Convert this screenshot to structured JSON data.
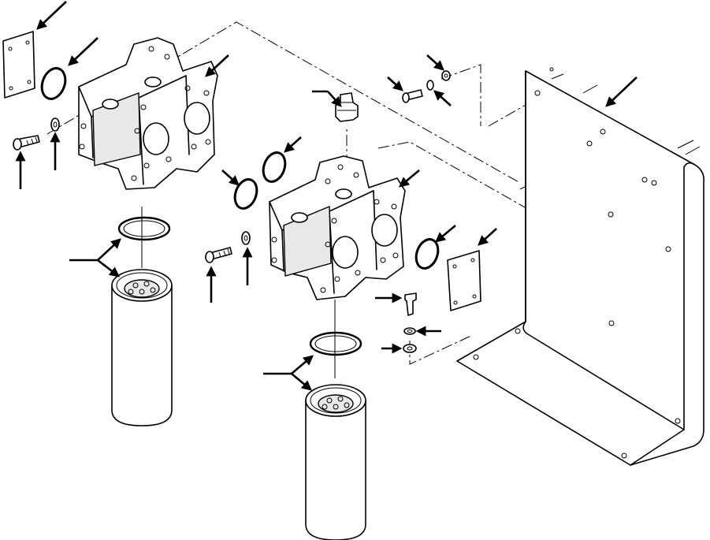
{
  "diagram": {
    "type": "exploded-parts-illustration",
    "colors": {
      "line": "#000000",
      "background": "#ffffff",
      "shade": "#e8e8e8"
    },
    "parts": [
      "cover-plate-left",
      "o-ring-left-top",
      "filter-head-left",
      "bolt-left",
      "washer-left",
      "gasket-left",
      "filter-cartridge-left",
      "fitting",
      "o-ring-mid-1",
      "o-ring-mid-2",
      "filter-head-right",
      "bolt-right",
      "washer-right",
      "o-ring-right",
      "cover-plate-right",
      "gasket-right",
      "filter-cartridge-right",
      "bolt-top",
      "washer-top-1",
      "washer-top-2",
      "bolt-bottom",
      "washer-bottom-1",
      "washer-bottom-2",
      "mounting-bracket"
    ],
    "callout_arrow_count": 24
  }
}
